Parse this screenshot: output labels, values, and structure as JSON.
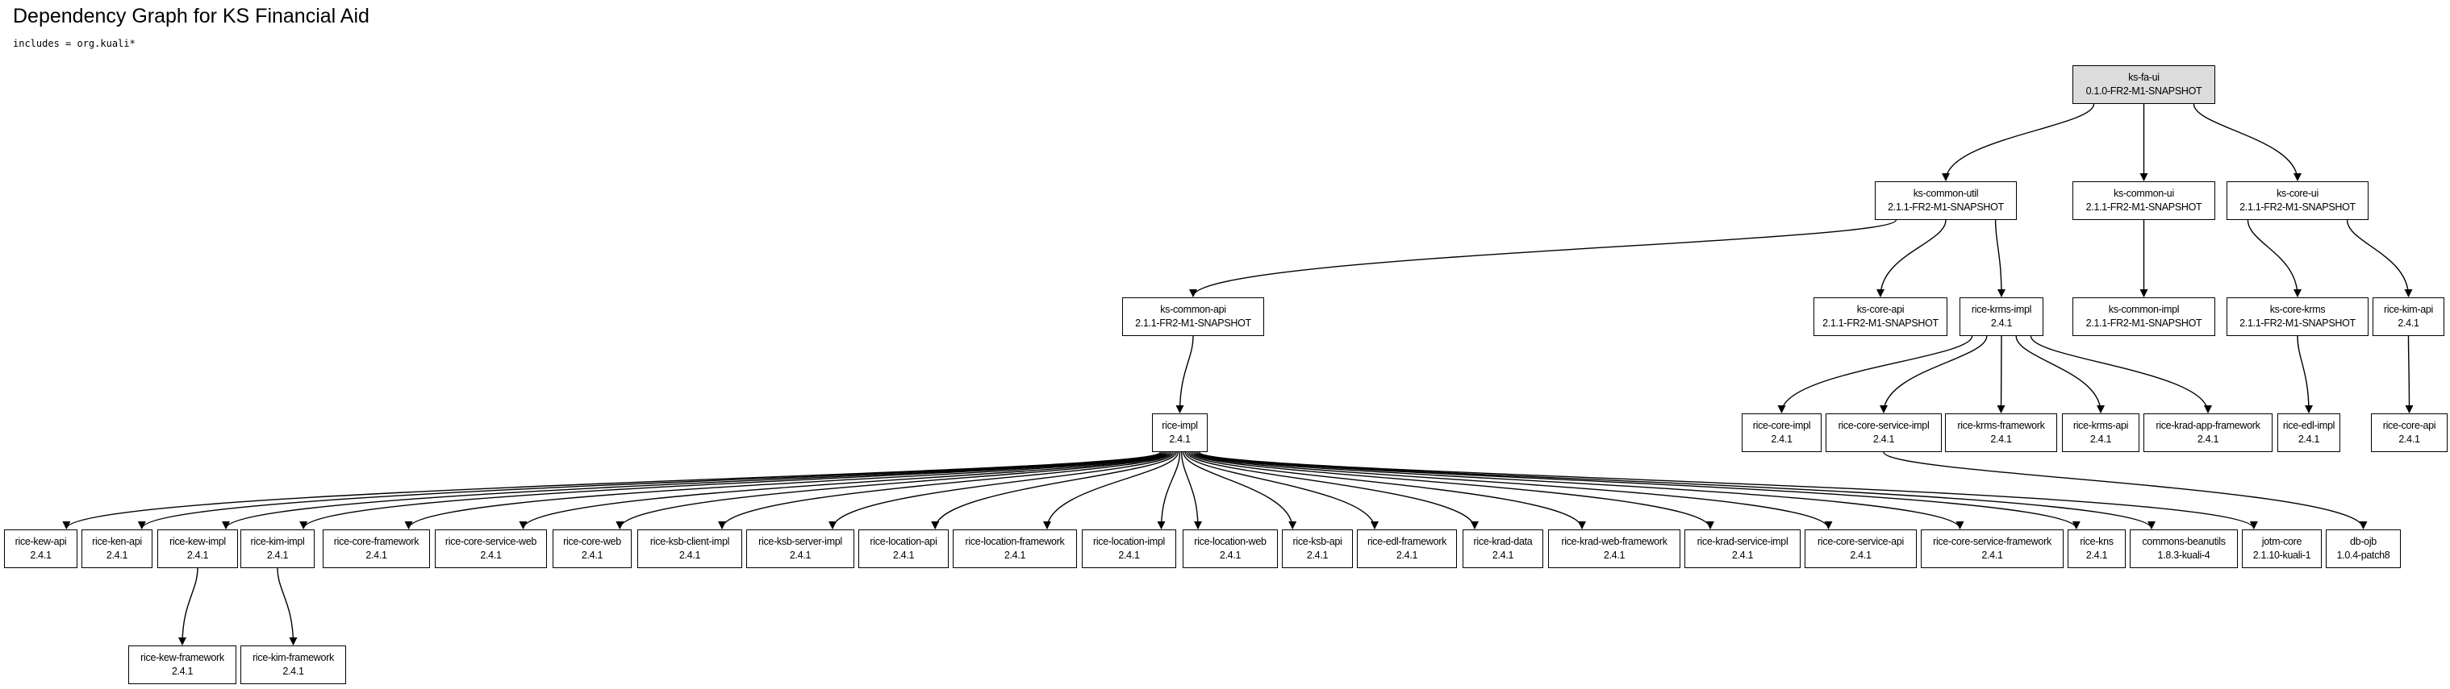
{
  "header": {
    "title": "Dependency Graph for KS Financial Aid",
    "subtitle": "includes = org.kuali*"
  },
  "colors": {
    "root_fill": "#dcdcdc",
    "node_fill": "#ffffff",
    "stroke": "#000000"
  },
  "nodes": [
    {
      "id": "ks-fa-ui",
      "name": "ks-fa-ui",
      "version": "0.1.0-FR2-M1-SNAPSHOT",
      "root": true
    },
    {
      "id": "ks-common-util",
      "name": "ks-common-util",
      "version": "2.1.1-FR2-M1-SNAPSHOT"
    },
    {
      "id": "ks-common-ui",
      "name": "ks-common-ui",
      "version": "2.1.1-FR2-M1-SNAPSHOT"
    },
    {
      "id": "ks-core-ui",
      "name": "ks-core-ui",
      "version": "2.1.1-FR2-M1-SNAPSHOT"
    },
    {
      "id": "ks-common-api",
      "name": "ks-common-api",
      "version": "2.1.1-FR2-M1-SNAPSHOT"
    },
    {
      "id": "ks-core-api",
      "name": "ks-core-api",
      "version": "2.1.1-FR2-M1-SNAPSHOT"
    },
    {
      "id": "rice-krms-impl",
      "name": "rice-krms-impl",
      "version": "2.4.1"
    },
    {
      "id": "ks-common-impl",
      "name": "ks-common-impl",
      "version": "2.1.1-FR2-M1-SNAPSHOT"
    },
    {
      "id": "ks-core-krms",
      "name": "ks-core-krms",
      "version": "2.1.1-FR2-M1-SNAPSHOT"
    },
    {
      "id": "rice-kim-api",
      "name": "rice-kim-api",
      "version": "2.4.1"
    },
    {
      "id": "rice-impl",
      "name": "rice-impl",
      "version": "2.4.1"
    },
    {
      "id": "rice-core-impl",
      "name": "rice-core-impl",
      "version": "2.4.1"
    },
    {
      "id": "rice-core-service-impl",
      "name": "rice-core-service-impl",
      "version": "2.4.1"
    },
    {
      "id": "rice-krms-framework",
      "name": "rice-krms-framework",
      "version": "2.4.1"
    },
    {
      "id": "rice-krms-api",
      "name": "rice-krms-api",
      "version": "2.4.1"
    },
    {
      "id": "rice-krad-app-framework",
      "name": "rice-krad-app-framework",
      "version": "2.4.1"
    },
    {
      "id": "rice-edl-impl",
      "name": "rice-edl-impl",
      "version": "2.4.1"
    },
    {
      "id": "rice-core-api",
      "name": "rice-core-api",
      "version": "2.4.1"
    },
    {
      "id": "rice-kew-api",
      "name": "rice-kew-api",
      "version": "2.4.1"
    },
    {
      "id": "rice-ken-api",
      "name": "rice-ken-api",
      "version": "2.4.1"
    },
    {
      "id": "rice-kew-impl",
      "name": "rice-kew-impl",
      "version": "2.4.1"
    },
    {
      "id": "rice-kim-impl",
      "name": "rice-kim-impl",
      "version": "2.4.1"
    },
    {
      "id": "rice-core-framework",
      "name": "rice-core-framework",
      "version": "2.4.1"
    },
    {
      "id": "rice-core-service-web",
      "name": "rice-core-service-web",
      "version": "2.4.1"
    },
    {
      "id": "rice-core-web",
      "name": "rice-core-web",
      "version": "2.4.1"
    },
    {
      "id": "rice-ksb-client-impl",
      "name": "rice-ksb-client-impl",
      "version": "2.4.1"
    },
    {
      "id": "rice-ksb-server-impl",
      "name": "rice-ksb-server-impl",
      "version": "2.4.1"
    },
    {
      "id": "rice-location-api",
      "name": "rice-location-api",
      "version": "2.4.1"
    },
    {
      "id": "rice-location-framework",
      "name": "rice-location-framework",
      "version": "2.4.1"
    },
    {
      "id": "rice-location-impl",
      "name": "rice-location-impl",
      "version": "2.4.1"
    },
    {
      "id": "rice-location-web",
      "name": "rice-location-web",
      "version": "2.4.1"
    },
    {
      "id": "rice-ksb-api",
      "name": "rice-ksb-api",
      "version": "2.4.1"
    },
    {
      "id": "rice-edl-framework",
      "name": "rice-edl-framework",
      "version": "2.4.1"
    },
    {
      "id": "rice-krad-data",
      "name": "rice-krad-data",
      "version": "2.4.1"
    },
    {
      "id": "rice-krad-web-framework",
      "name": "rice-krad-web-framework",
      "version": "2.4.1"
    },
    {
      "id": "rice-krad-service-impl",
      "name": "rice-krad-service-impl",
      "version": "2.4.1"
    },
    {
      "id": "rice-core-service-api",
      "name": "rice-core-service-api",
      "version": "2.4.1"
    },
    {
      "id": "rice-core-service-framework",
      "name": "rice-core-service-framework",
      "version": "2.4.1"
    },
    {
      "id": "rice-kns",
      "name": "rice-kns",
      "version": "2.4.1"
    },
    {
      "id": "commons-beanutils",
      "name": "commons-beanutils",
      "version": "1.8.3-kuali-4"
    },
    {
      "id": "jotm-core",
      "name": "jotm-core",
      "version": "2.1.10-kuali-1"
    },
    {
      "id": "db-ojb",
      "name": "db-ojb",
      "version": "1.0.4-patch8"
    },
    {
      "id": "rice-kew-framework",
      "name": "rice-kew-framework",
      "version": "2.4.1"
    },
    {
      "id": "rice-kim-framework",
      "name": "rice-kim-framework",
      "version": "2.4.1"
    }
  ],
  "edges": [
    [
      "ks-fa-ui",
      "ks-common-util"
    ],
    [
      "ks-fa-ui",
      "ks-common-ui"
    ],
    [
      "ks-fa-ui",
      "ks-core-ui"
    ],
    [
      "ks-common-util",
      "ks-common-api"
    ],
    [
      "ks-common-util",
      "ks-core-api"
    ],
    [
      "ks-common-util",
      "rice-krms-impl"
    ],
    [
      "ks-common-ui",
      "ks-common-impl"
    ],
    [
      "ks-core-ui",
      "ks-core-krms"
    ],
    [
      "ks-core-ui",
      "rice-kim-api"
    ],
    [
      "ks-common-api",
      "rice-impl"
    ],
    [
      "rice-krms-impl",
      "rice-core-impl"
    ],
    [
      "rice-krms-impl",
      "rice-core-service-impl"
    ],
    [
      "rice-krms-impl",
      "rice-krms-framework"
    ],
    [
      "rice-krms-impl",
      "rice-krms-api"
    ],
    [
      "rice-krms-impl",
      "rice-krad-app-framework"
    ],
    [
      "ks-core-krms",
      "rice-edl-impl"
    ],
    [
      "rice-kim-api",
      "rice-core-api"
    ],
    [
      "rice-impl",
      "rice-kew-api"
    ],
    [
      "rice-impl",
      "rice-ken-api"
    ],
    [
      "rice-impl",
      "rice-kew-impl"
    ],
    [
      "rice-impl",
      "rice-kim-impl"
    ],
    [
      "rice-impl",
      "rice-core-framework"
    ],
    [
      "rice-impl",
      "rice-core-service-web"
    ],
    [
      "rice-impl",
      "rice-core-web"
    ],
    [
      "rice-impl",
      "rice-ksb-client-impl"
    ],
    [
      "rice-impl",
      "rice-ksb-server-impl"
    ],
    [
      "rice-impl",
      "rice-location-api"
    ],
    [
      "rice-impl",
      "rice-location-framework"
    ],
    [
      "rice-impl",
      "rice-location-impl"
    ],
    [
      "rice-impl",
      "rice-location-web"
    ],
    [
      "rice-impl",
      "rice-ksb-api"
    ],
    [
      "rice-impl",
      "rice-edl-framework"
    ],
    [
      "rice-impl",
      "rice-krad-data"
    ],
    [
      "rice-impl",
      "rice-krad-web-framework"
    ],
    [
      "rice-impl",
      "rice-krad-service-impl"
    ],
    [
      "rice-impl",
      "rice-core-service-api"
    ],
    [
      "rice-impl",
      "rice-core-service-framework"
    ],
    [
      "rice-impl",
      "rice-kns"
    ],
    [
      "rice-impl",
      "commons-beanutils"
    ],
    [
      "rice-impl",
      "jotm-core"
    ],
    [
      "rice-core-service-impl",
      "db-ojb"
    ],
    [
      "rice-kew-impl",
      "rice-kew-framework"
    ],
    [
      "rice-kim-impl",
      "rice-kim-framework"
    ]
  ]
}
